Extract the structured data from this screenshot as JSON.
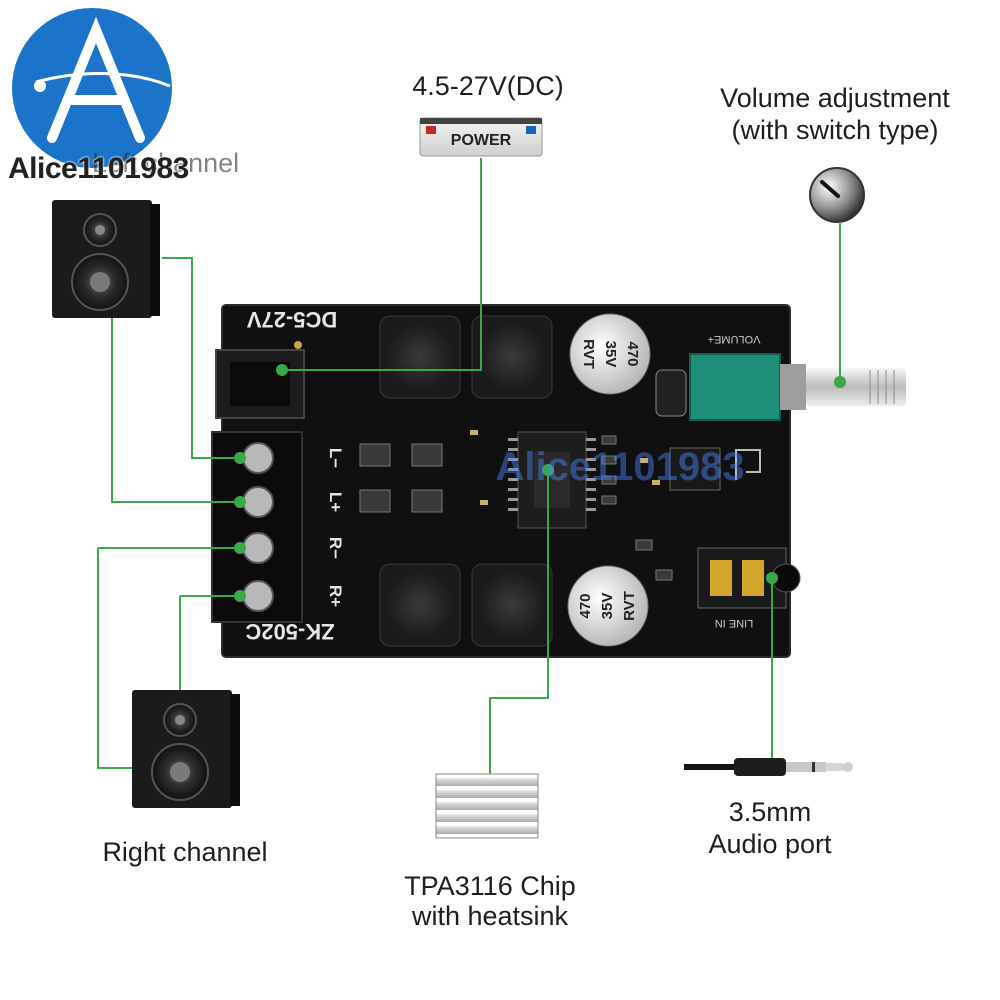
{
  "watermark": {
    "brand": "Alice1101983",
    "logo_letter": "A"
  },
  "labels": {
    "power_voltage": "4.5-27V(DC)",
    "power_plate": "POWER",
    "volume_line1": "Volume adjustment",
    "volume_line2": "(with switch type)",
    "left_channel": "Left channel",
    "right_channel": "Right channel",
    "chip_line1": "TPA3116 Chip",
    "chip_line2": "with heatsink",
    "audio_line1": "3.5mm",
    "audio_line2": "Audio port"
  },
  "board": {
    "top_silk": "DC5-27V",
    "bottom_silk": "ZK-502C",
    "terminals": [
      "L−",
      "L+",
      "R−",
      "R+"
    ],
    "cap_text": [
      "470",
      "35V",
      "RVT"
    ],
    "volume_silk": "VOLUME+",
    "line_in_silk": "LINE IN"
  },
  "colors": {
    "leader": "#3aa84a",
    "board": "#111111",
    "knob_green": "#1f8f7a",
    "logo_blue": "#1b74c9"
  }
}
